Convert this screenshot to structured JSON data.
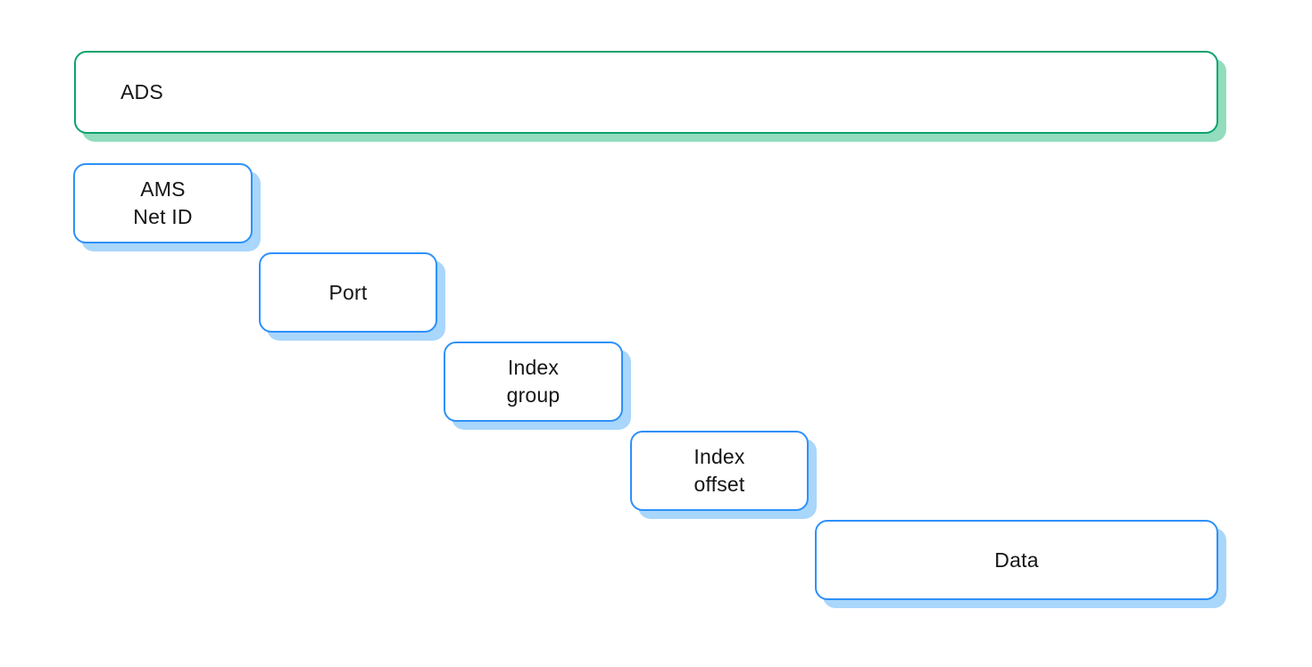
{
  "diagram": {
    "boxes": [
      {
        "label": "ADS"
      },
      {
        "label": "AMS\nNet ID"
      },
      {
        "label": "Port"
      },
      {
        "label": "Index\ngroup"
      },
      {
        "label": "Index\noffset"
      },
      {
        "label": "Data"
      }
    ],
    "colors": {
      "green-border": "#0CA36E",
      "green-shadow": "#93DCBE",
      "blue-border": "#2E90FA",
      "blue-shadow": "#A9D6FB",
      "text": "#151515",
      "background": "#FFFFFF"
    }
  }
}
